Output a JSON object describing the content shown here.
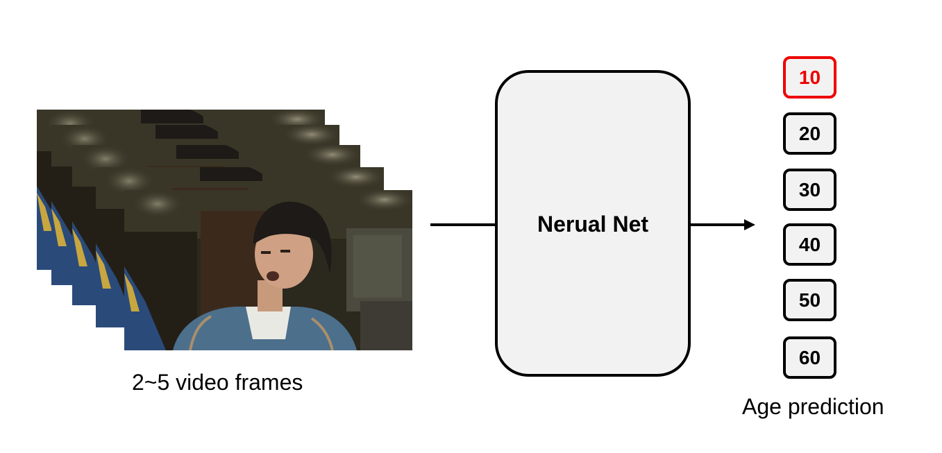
{
  "frames": {
    "count": 5,
    "caption": "2~5 video frames"
  },
  "network": {
    "label": "Nerual Net"
  },
  "ages": {
    "options": [
      "10",
      "20",
      "30",
      "40",
      "50",
      "60"
    ],
    "selected": "10",
    "caption": "Age prediction"
  },
  "colors": {
    "selected": "#ee0000",
    "box_fill": "#f2f2f2",
    "outline": "#000000"
  }
}
